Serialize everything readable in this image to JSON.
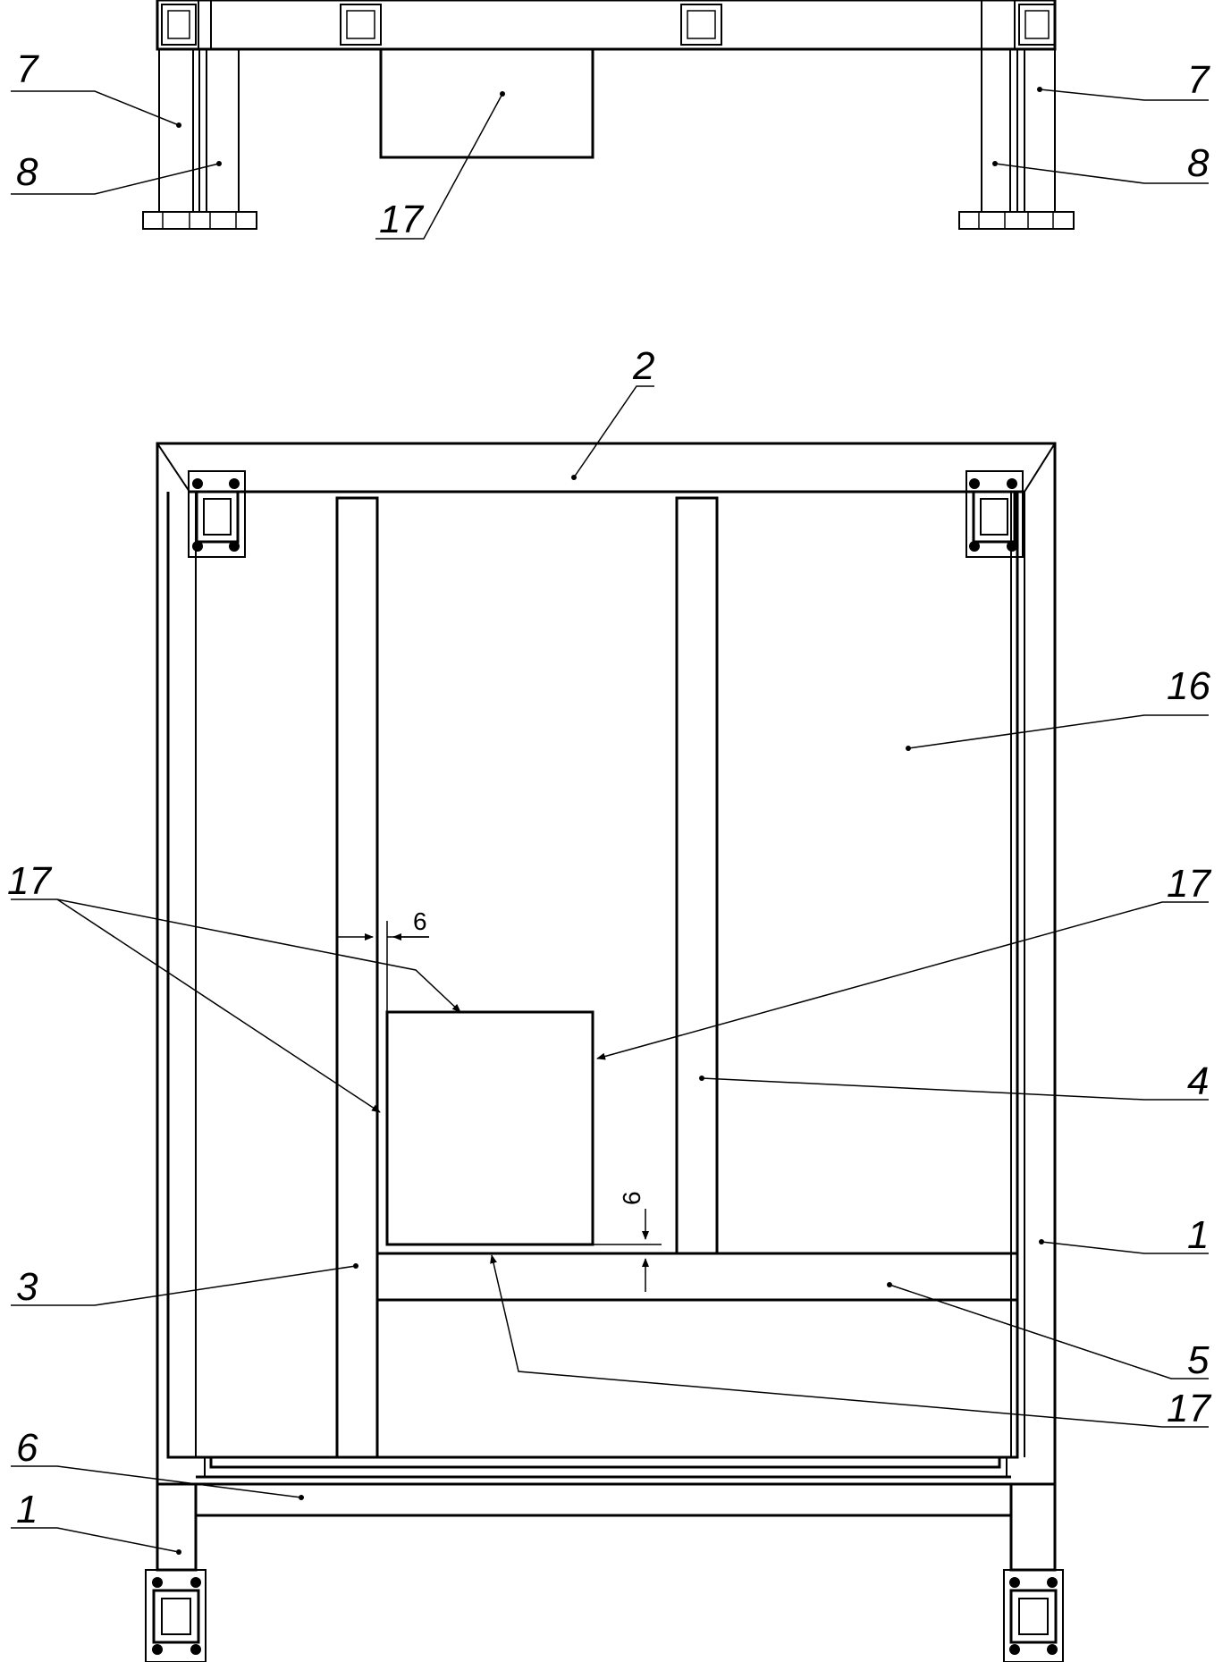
{
  "labels": {
    "part_1": "1",
    "part_2": "2",
    "part_3": "3",
    "part_4": "4",
    "part_5": "5",
    "part_6": "6",
    "part_7": "7",
    "part_8": "8",
    "part_16": "16",
    "part_17": "17"
  },
  "dimensions": {
    "gap_horizontal": "6",
    "gap_vertical": "6"
  }
}
